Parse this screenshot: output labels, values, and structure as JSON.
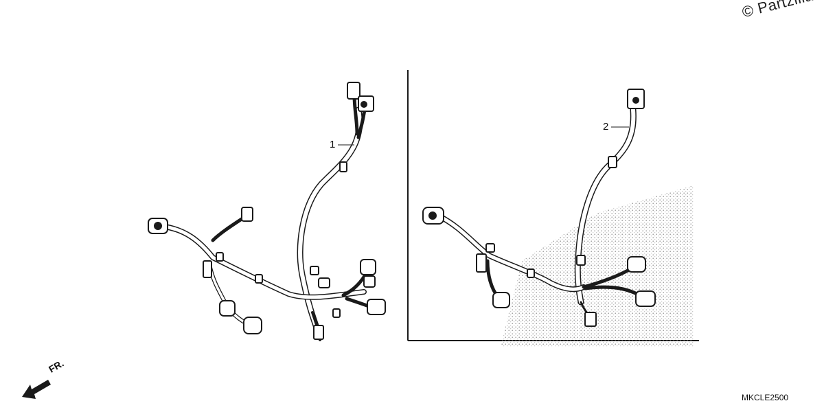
{
  "watermark": "© Partzilla",
  "diagram_code": "MKCLE2500",
  "direction_label": "FR.",
  "callouts": [
    {
      "id": "1",
      "label": "1"
    },
    {
      "id": "2",
      "label": "2"
    }
  ],
  "colors": {
    "line": "#1a1a1a",
    "shade": "#9a9a9a",
    "background": "#ffffff"
  }
}
